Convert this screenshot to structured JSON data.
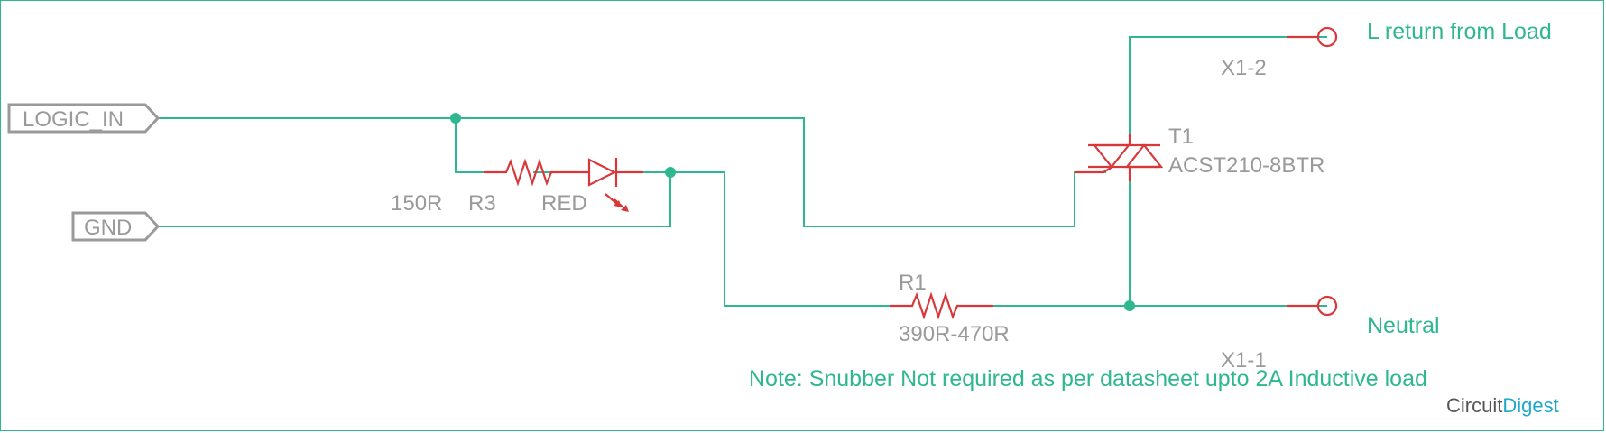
{
  "ports": {
    "logic_in": "LOGIC_IN",
    "gnd": "GND"
  },
  "components": {
    "r3": {
      "ref": "R3",
      "value": "150R"
    },
    "led": {
      "value": "RED"
    },
    "r1": {
      "ref": "R1",
      "value": "390R-470R"
    },
    "t1": {
      "ref": "T1",
      "value": "ACST210-8BTR"
    },
    "x1_2": {
      "ref": "X1-2",
      "label": "L return from Load"
    },
    "x1_1": {
      "ref": "X1-1",
      "label": "Neutral"
    }
  },
  "note": "Note: Snubber Not required as per datasheet upto 2A Inductive load",
  "brand": {
    "part1": "Circuit",
    "part2": "Digest"
  },
  "colors": {
    "wire": "#2fb890",
    "component": "#d9383a",
    "label": "#9a9a9a",
    "frame": "#2fb890"
  }
}
